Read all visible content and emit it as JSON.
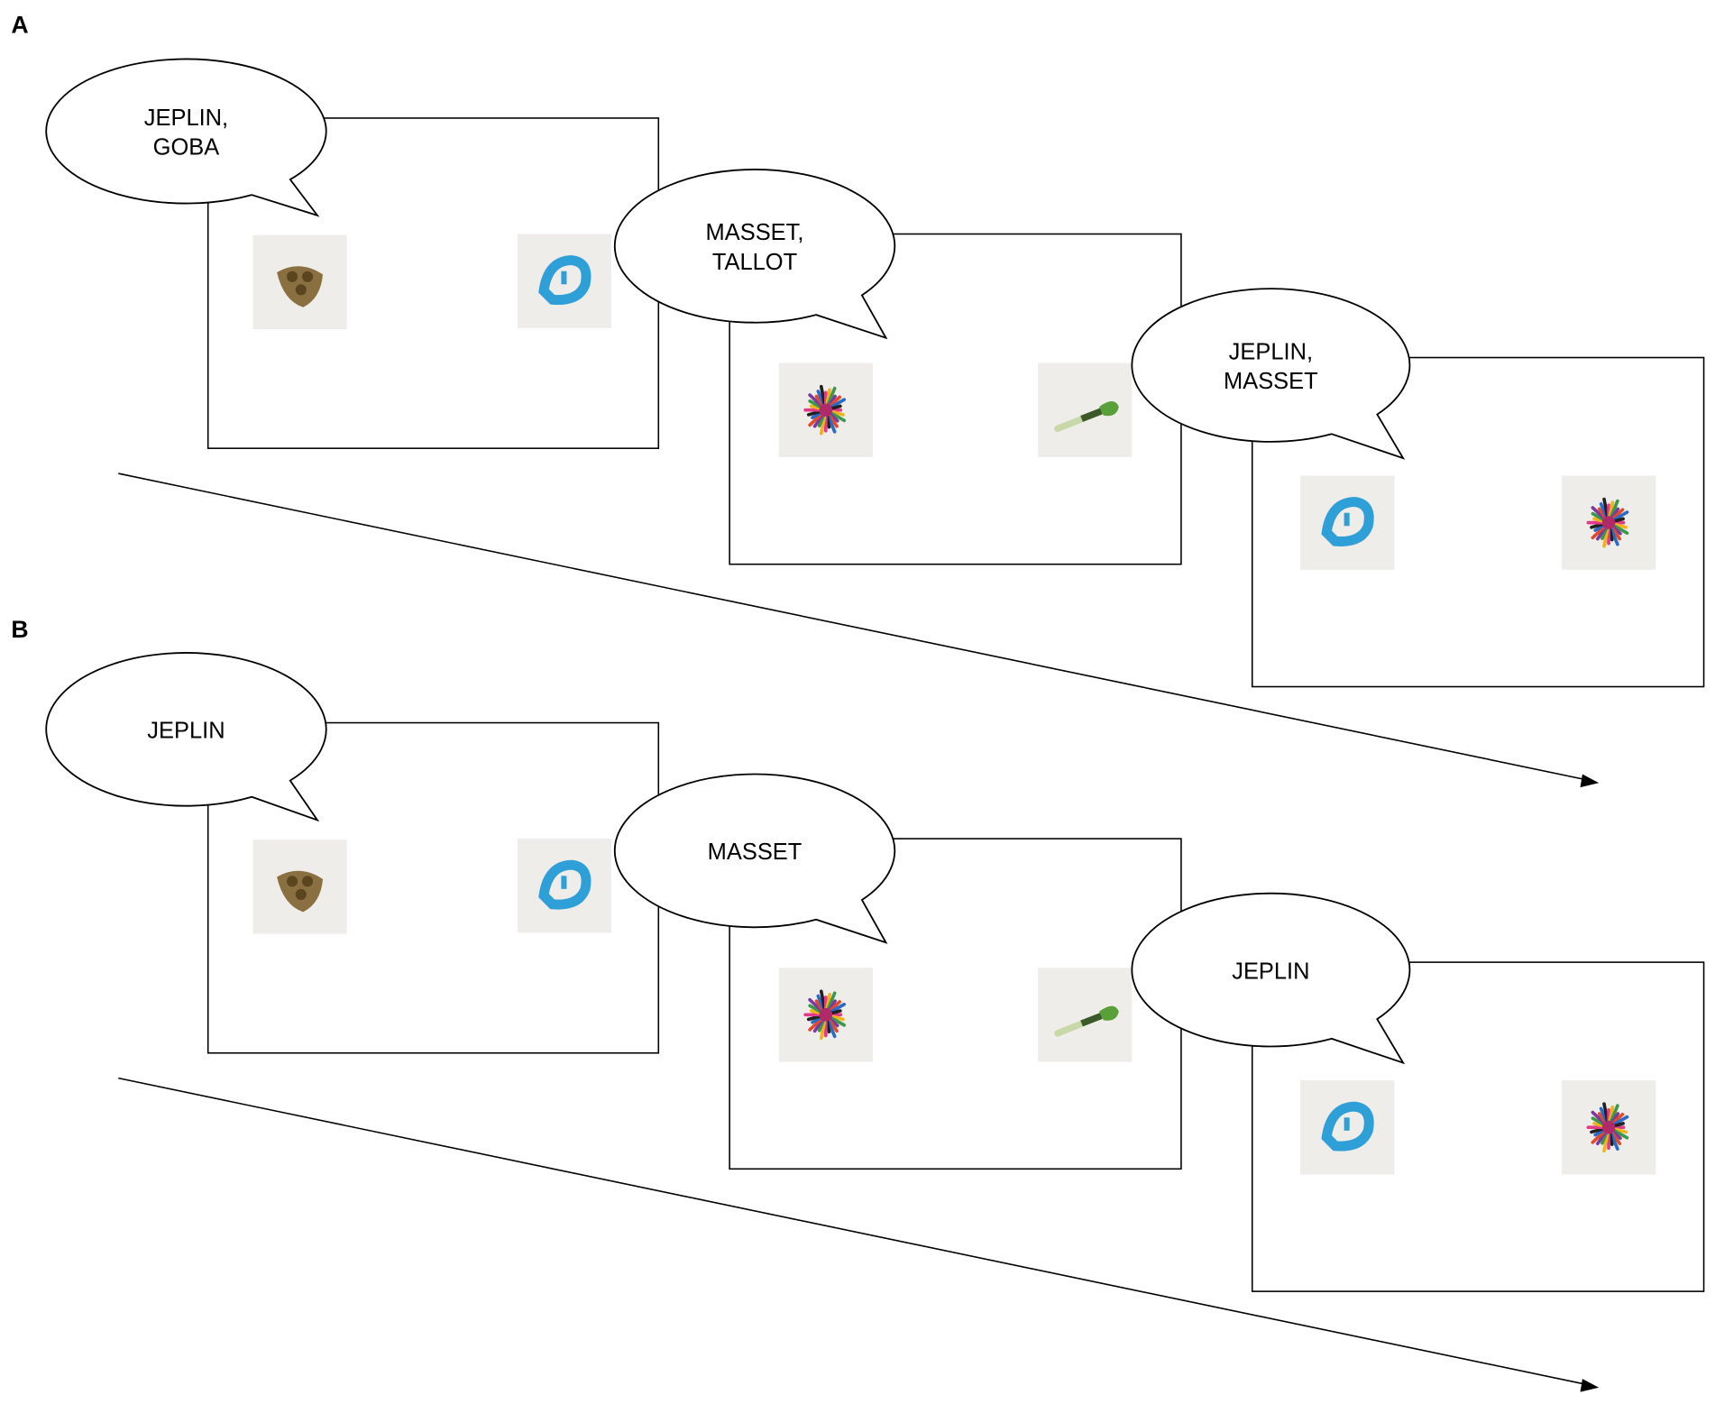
{
  "panels": [
    {
      "label": "A",
      "frames": [
        {
          "speech": [
            "JEPLIN,",
            "GOBA"
          ],
          "objects": [
            "brown-triangle",
            "blue-ring"
          ]
        },
        {
          "speech": [
            "MASSET,",
            "TALLOT"
          ],
          "objects": [
            "colorful-ball",
            "green-brush"
          ]
        },
        {
          "speech": [
            "JEPLIN,",
            "MASSET"
          ],
          "objects": [
            "blue-ring",
            "colorful-ball"
          ]
        }
      ]
    },
    {
      "label": "B",
      "frames": [
        {
          "speech": [
            "JEPLIN"
          ],
          "objects": [
            "brown-triangle",
            "blue-ring"
          ]
        },
        {
          "speech": [
            "MASSET"
          ],
          "objects": [
            "colorful-ball",
            "green-brush"
          ]
        },
        {
          "speech": [
            "JEPLIN"
          ],
          "objects": [
            "blue-ring",
            "colorful-ball"
          ]
        }
      ]
    }
  ],
  "colors": {
    "stroke": "#000000",
    "image_bg": "#efede9",
    "ring": "#2f9fd8",
    "brown": "#8a7040"
  }
}
